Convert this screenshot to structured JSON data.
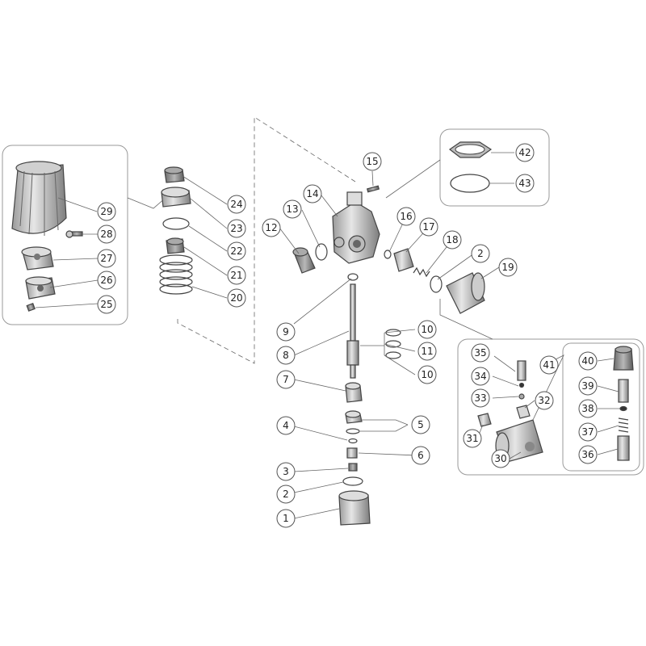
{
  "diagram": {
    "type": "exploded-parts-view",
    "callouts": [
      "1",
      "2",
      "3",
      "4",
      "5",
      "6",
      "7",
      "8",
      "9",
      "10",
      "11",
      "10",
      "12",
      "13",
      "14",
      "15",
      "16",
      "17",
      "18",
      "2",
      "19",
      "20",
      "21",
      "22",
      "23",
      "24",
      "25",
      "26",
      "27",
      "28",
      "29",
      "30",
      "31",
      "32",
      "33",
      "34",
      "35",
      "36",
      "37",
      "38",
      "39",
      "40",
      "41",
      "42",
      "43"
    ]
  }
}
